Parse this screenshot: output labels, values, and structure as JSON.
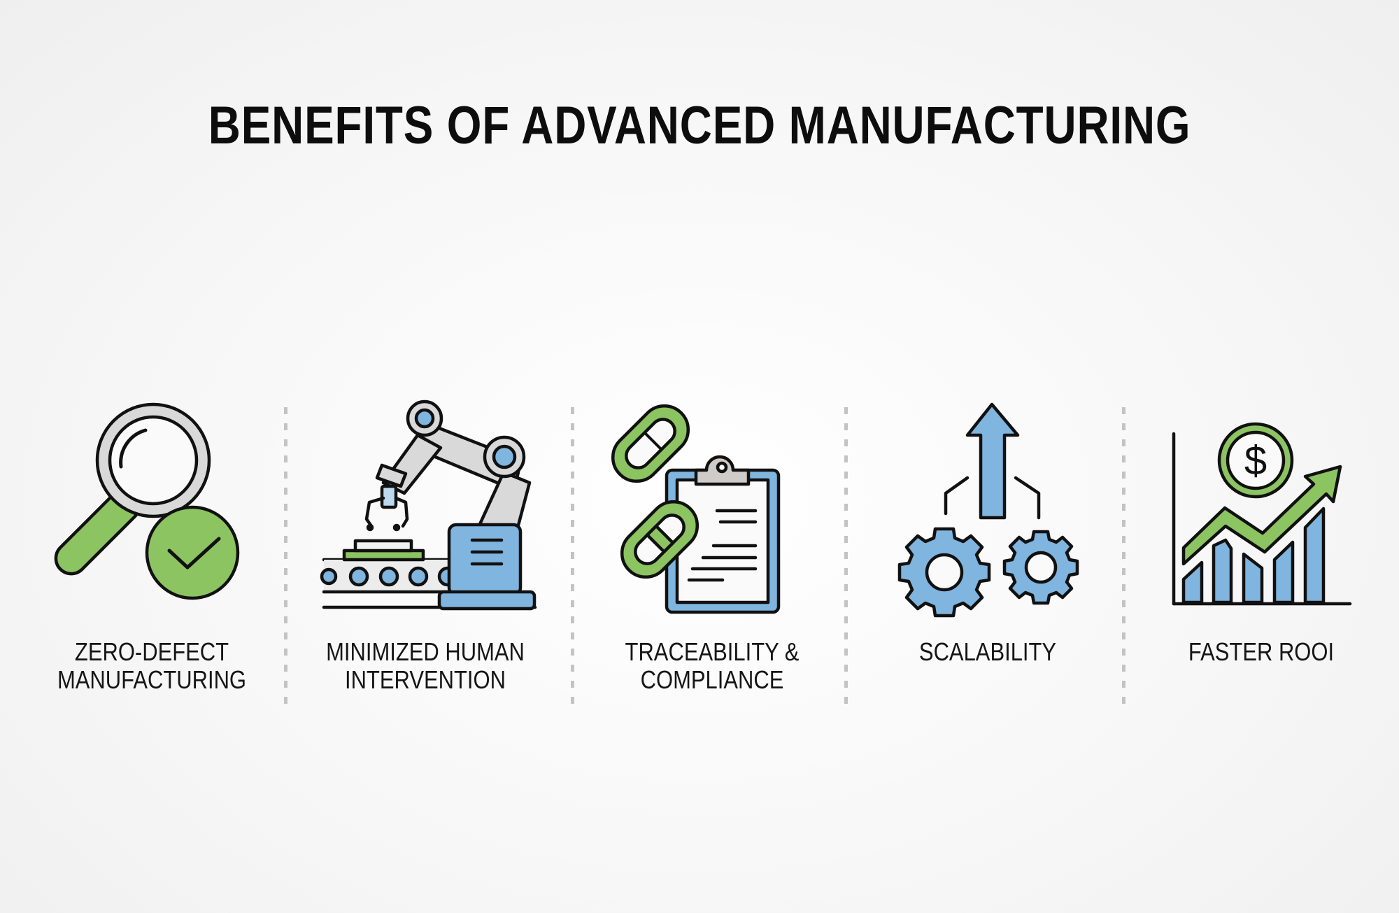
{
  "title": "BENEFITS OF ADVANCED MANUFACTURING",
  "colors": {
    "green": "#8cc461",
    "blue": "#7fb5df",
    "gray": "#d9d9d9",
    "outline": "#111111",
    "divider": "#c3c3c3",
    "background": "#f7f7f7"
  },
  "benefits": [
    {
      "icon": "magnifier-check-icon",
      "line1": "ZERO-DEFECT",
      "line2": "MANUFACTURING"
    },
    {
      "icon": "robotic-arm-icon",
      "line1": "MINIMIZED HUMAN",
      "line2": "INTERVENTION"
    },
    {
      "icon": "chain-clipboard-icon",
      "line1": "TRACEABILITY &",
      "line2": "COMPLIANCE"
    },
    {
      "icon": "gears-arrow-up-icon",
      "line1": "SCALABILITY",
      "line2": ""
    },
    {
      "icon": "dollar-growth-chart-icon",
      "line1": "FASTER ROOI",
      "line2": ""
    }
  ]
}
